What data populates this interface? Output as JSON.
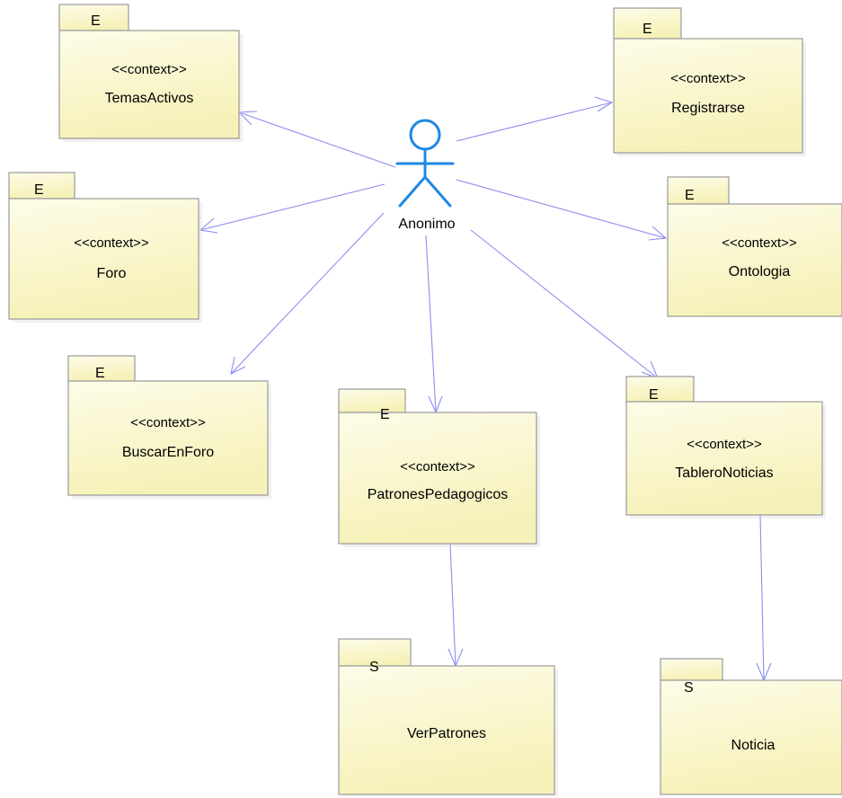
{
  "actor": {
    "label": "Anonimo",
    "color": "#1e88e5"
  },
  "colors": {
    "package_fill_top": "#fdfce8",
    "package_fill_bottom": "#f6f1b8",
    "package_border": "#9a9a9a",
    "connector": "#8c8cf0"
  },
  "packages": {
    "temas_activos": {
      "letter": "E",
      "stereotype": "<<context>>",
      "name": "TemasActivos"
    },
    "registrarse": {
      "letter": "E",
      "stereotype": "<<context>>",
      "name": "Registrarse"
    },
    "foro": {
      "letter": "E",
      "stereotype": "<<context>>",
      "name": "Foro"
    },
    "ontologia": {
      "letter": "E",
      "stereotype": "<<context>>",
      "name": "Ontologia"
    },
    "buscar_en_foro": {
      "letter": "E",
      "stereotype": "<<context>>",
      "name": "BuscarEnForo"
    },
    "patrones_pedagogicos": {
      "letter": "E",
      "stereotype": "<<context>>",
      "name": "PatronesPedagogicos"
    },
    "tablero_noticias": {
      "letter": "E",
      "stereotype": "<<context>>",
      "name": "TableroNoticias"
    },
    "ver_patrones": {
      "letter": "S",
      "name": "VerPatrones"
    },
    "noticia": {
      "letter": "S",
      "name": "Noticia"
    }
  }
}
